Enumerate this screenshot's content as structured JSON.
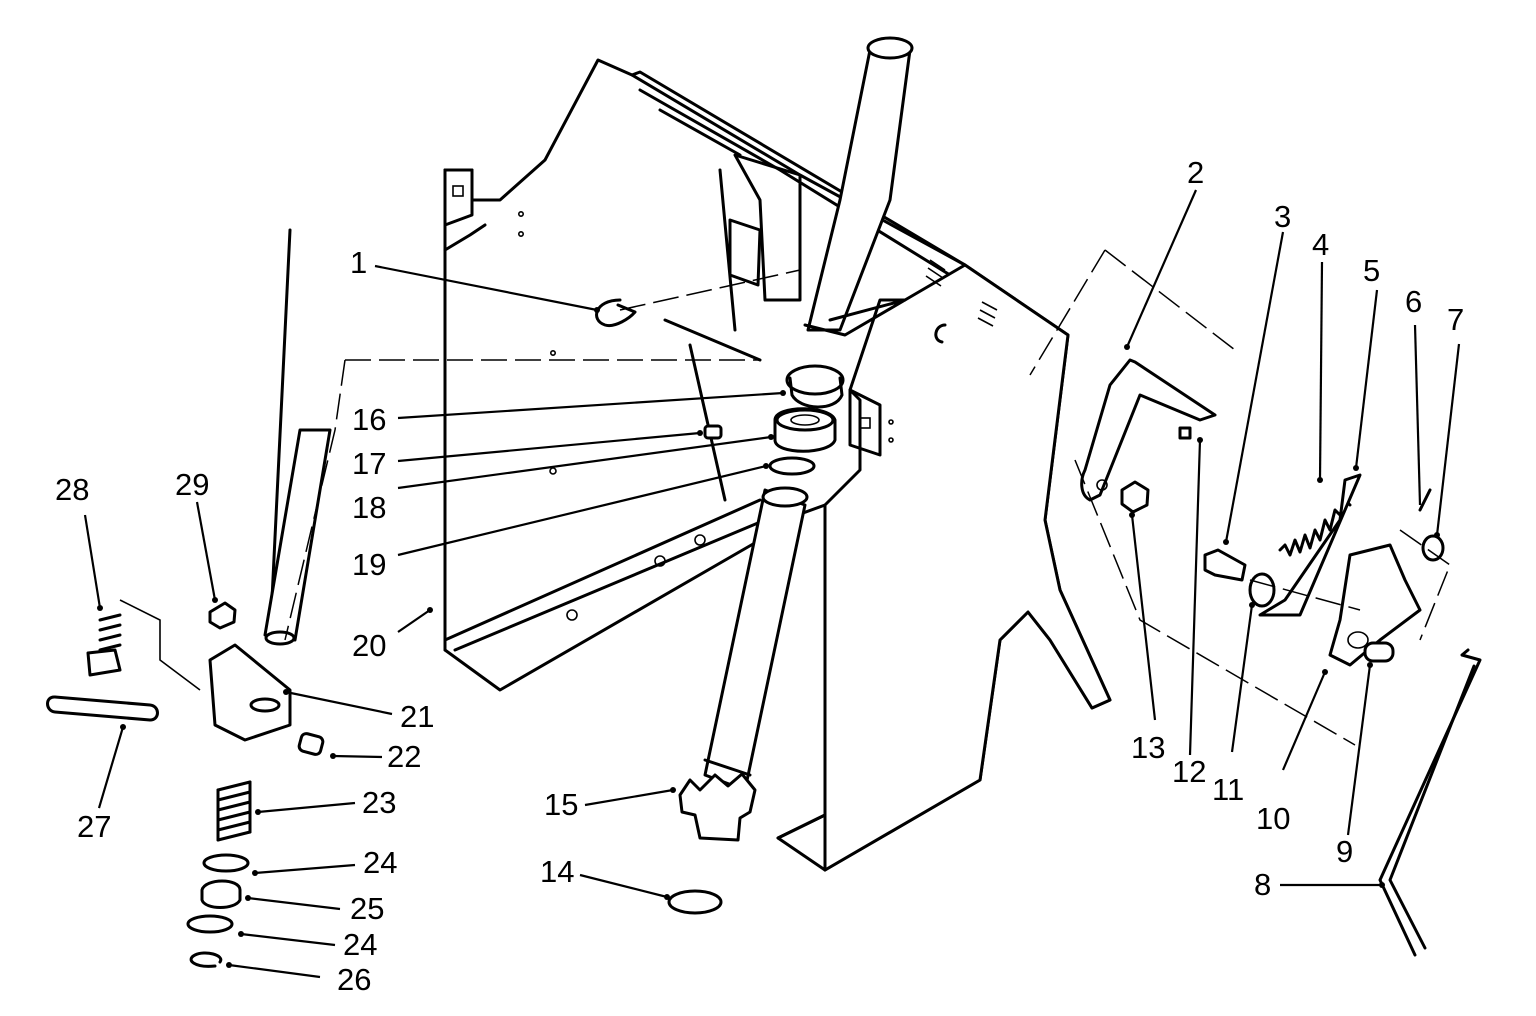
{
  "callouts": [
    {
      "id": "1",
      "label": "1"
    },
    {
      "id": "2",
      "label": "2"
    },
    {
      "id": "3",
      "label": "3"
    },
    {
      "id": "4",
      "label": "4"
    },
    {
      "id": "5",
      "label": "5"
    },
    {
      "id": "6",
      "label": "6"
    },
    {
      "id": "7",
      "label": "7"
    },
    {
      "id": "8",
      "label": "8"
    },
    {
      "id": "9",
      "label": "9"
    },
    {
      "id": "10",
      "label": "10"
    },
    {
      "id": "11",
      "label": "11"
    },
    {
      "id": "12",
      "label": "12"
    },
    {
      "id": "13",
      "label": "13"
    },
    {
      "id": "14",
      "label": "14"
    },
    {
      "id": "15",
      "label": "15"
    },
    {
      "id": "16",
      "label": "16"
    },
    {
      "id": "17",
      "label": "17"
    },
    {
      "id": "18",
      "label": "18"
    },
    {
      "id": "19",
      "label": "19"
    },
    {
      "id": "20",
      "label": "20"
    },
    {
      "id": "21",
      "label": "21"
    },
    {
      "id": "22",
      "label": "22"
    },
    {
      "id": "23",
      "label": "23"
    },
    {
      "id": "24a",
      "label": "24"
    },
    {
      "id": "25",
      "label": "25"
    },
    {
      "id": "24b",
      "label": "24"
    },
    {
      "id": "26",
      "label": "26"
    },
    {
      "id": "27",
      "label": "27"
    },
    {
      "id": "28",
      "label": "28"
    },
    {
      "id": "29",
      "label": "29"
    }
  ]
}
